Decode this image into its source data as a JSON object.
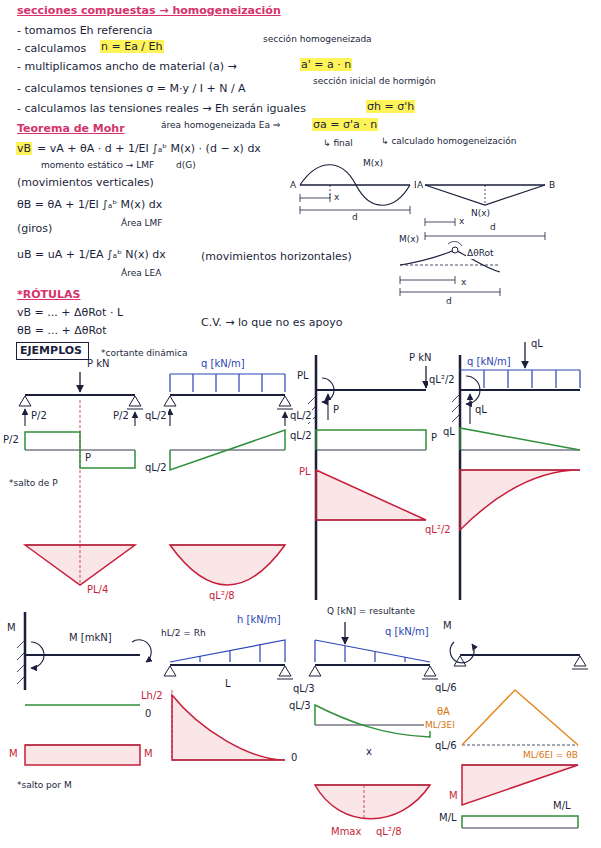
{
  "diagram": {
    "nodes": [
      {
        "text": [
          "EJEMPLOS"
        ]
      }
    ],
    "labels": [
      "secciones compuestas → homogeneización",
      "- tomamos Eh referencia",
      "- calculamos",
      "n = Ea / Eh",
      "sección homogeneizada",
      "- multiplicamos ancho de material (a) →",
      "a' = a · n",
      "sección inicial de hormigón",
      "- calculamos tensiones σ = M·y / I + N / A",
      "- calculamos las tensiones reales → Eh serán iguales",
      "σh = σ'h",
      "Teorema de Mohr",
      "área homogeneizada Ea ⇒",
      "σa = σ'a · n",
      "↳ calculado homogeneización",
      "↳ final",
      "vB",
      "= vA + θA · d + 1/EI ∫ₐᵇ M(x) · (d − x) dx",
      "momento estático → LMF",
      "d(G)",
      "(movimientos verticales)",
      "θB = θA + 1/EI ∫ₐᵇ M(x) dx",
      "(giros)",
      "Área LMF",
      "uB = uA + 1/EA ∫ₐᵇ N(x) dx",
      "(movimientos horizontales)",
      "Área LEA",
      "*RÓTULAS",
      "vB = ... + ΔθRot · L",
      "θB = ... + ΔθRot",
      "C.V. → lo que no es apoyo",
      "*cortante dinámica",
      "M(x)",
      "A",
      "B",
      "x",
      "d",
      "A",
      "B",
      "N(x)",
      "x",
      "d",
      "M(x)",
      "ΔθRot",
      "x",
      "d",
      "P kN",
      "P/2",
      "P/2",
      "P/2",
      "P",
      "*salto de P",
      "PL/4",
      "q [kN/m]",
      "qL/2",
      "qL/2",
      "qL/2",
      "qL/2",
      "qL²/8",
      "P kN",
      "PL",
      "P",
      "P",
      "PL",
      "q [kN/m]",
      "qL",
      "qL²/2",
      "qL",
      "qL",
      "qL²/2",
      "M",
      "M [mkN]",
      "0",
      "M",
      "M",
      "*salto por M",
      "h [kN/m]",
      "hL/2 = Rh",
      "L",
      "Lh/2",
      "0",
      "Q [kN] = resultante",
      "q [kN/m]",
      "qL/3",
      "qL/6",
      "qL/3",
      "qL/6",
      "x",
      "Mmax",
      "qL²/8",
      "M",
      "M",
      "θA",
      "ML/3EI",
      "ML/6EI = θB",
      "M/L",
      "M/L"
    ]
  }
}
